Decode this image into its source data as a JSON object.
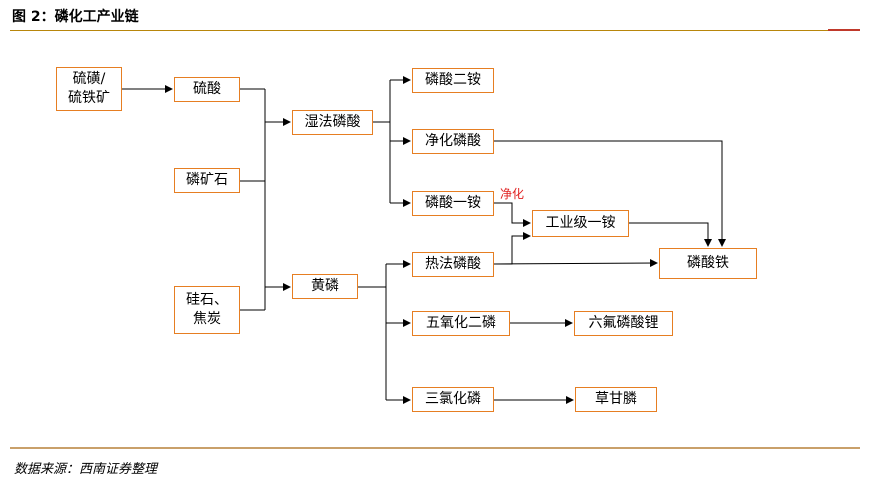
{
  "figure": {
    "title": "图 2：磷化工产业链",
    "source": "数据来源：西南证券整理"
  },
  "nodes": {
    "sulfur_iron": {
      "line1": "硫磺/",
      "line2": "硫铁矿"
    },
    "sulfuric_acid": {
      "label": "硫酸"
    },
    "phosphate_rock": {
      "label": "磷矿石"
    },
    "silica_coke": {
      "line1": "硅石、",
      "line2": "焦炭"
    },
    "wet_phosphoric": {
      "label": "湿法磷酸"
    },
    "yellow_phosphorus": {
      "label": "黄磷"
    },
    "dap": {
      "label": "磷酸二铵"
    },
    "purified_acid": {
      "label": "净化磷酸"
    },
    "map": {
      "label": "磷酸一铵"
    },
    "industrial_map": {
      "label": "工业级一铵"
    },
    "thermal_acid": {
      "label": "热法磷酸"
    },
    "p2o5": {
      "label": "五氧化二磷"
    },
    "pcl3": {
      "label": "三氯化磷"
    },
    "lfp": {
      "label": "磷酸铁"
    },
    "lipf6": {
      "label": "六氟磷酸锂"
    },
    "glyphosate": {
      "label": "草甘膦"
    }
  },
  "edge_labels": {
    "purify": "净化"
  },
  "colors": {
    "box_border": "#e67e22",
    "line": "#000000",
    "edge_label": "#e02020"
  }
}
